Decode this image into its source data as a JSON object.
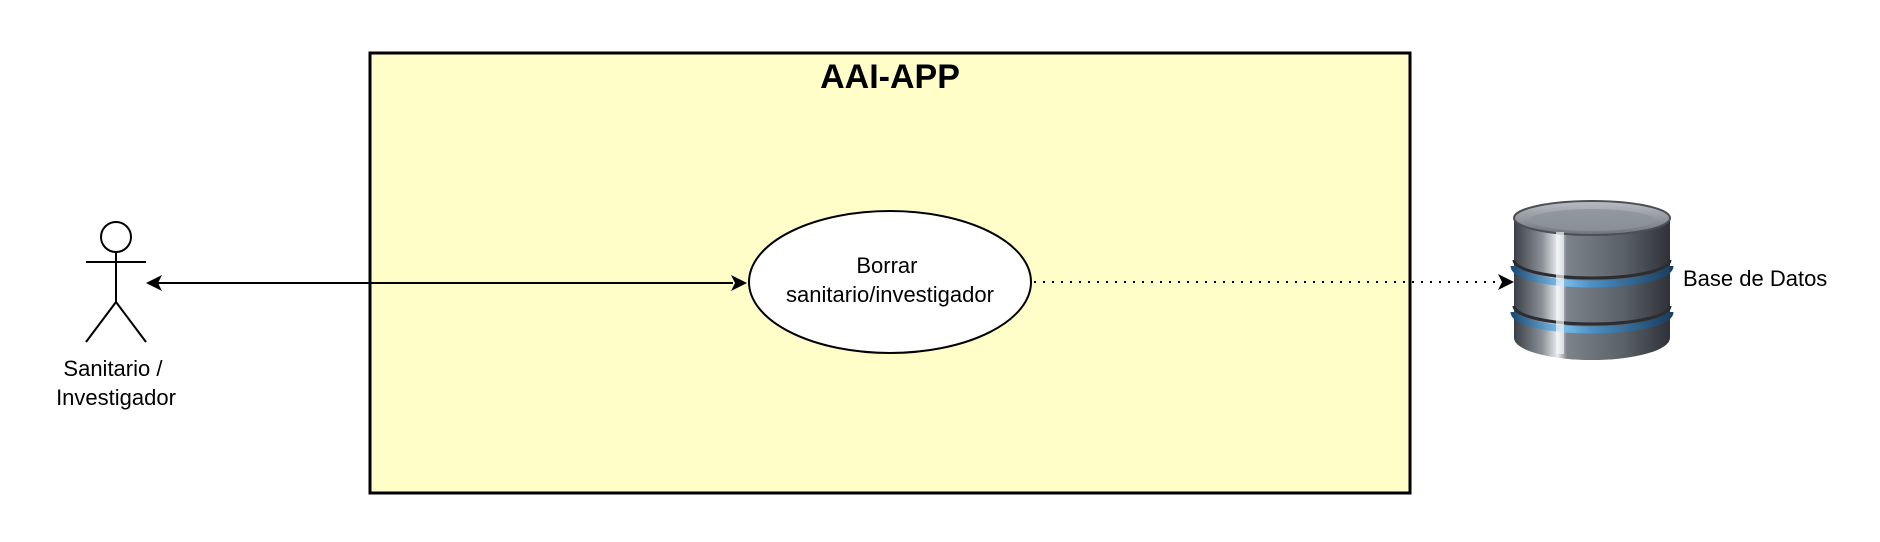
{
  "system": {
    "title": "AAI-APP",
    "fill_color": "#FFFDC8",
    "border_color": "#000000"
  },
  "actor": {
    "label_line1": "Sanitario /",
    "label_line2": "Investigador",
    "icon": "stick-figure-actor-icon"
  },
  "use_case": {
    "label_line1": "Borrar",
    "label_line2": "sanitario/investigador"
  },
  "database": {
    "label": "Base de Datos",
    "icon": "database-cylinder-icon",
    "accent_color": "#4A90C8"
  },
  "connectors": {
    "actor_to_use_case": "bidirectional-solid-arrow",
    "use_case_to_database": "dotted-arrow"
  }
}
